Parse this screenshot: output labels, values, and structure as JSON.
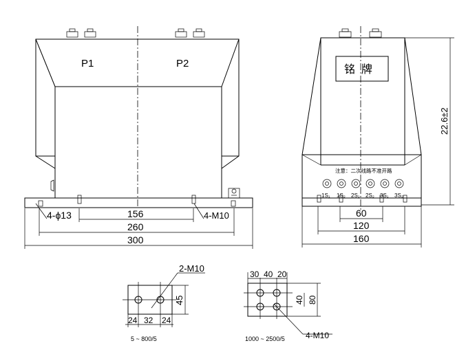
{
  "front_view": {
    "label_p1": "P1",
    "label_p2": "P2",
    "dim_hole": "4-ϕ13",
    "dim_156": "156",
    "dim_260": "260",
    "dim_300": "300",
    "dim_thread": "4-M10"
  },
  "side_view": {
    "nameplate": "铭  牌",
    "notice": "注意：二次线路不准开路",
    "terminals": [
      "1S₁",
      "1S₂",
      "2S₁",
      "2S₂",
      "3S₁",
      "3S₂"
    ],
    "dim_height": "22.6±2",
    "dim_60": "60",
    "dim_120": "120",
    "dim_160": "160"
  },
  "detail_small": {
    "label": "2-M10",
    "dim_45": "45",
    "dims_bottom": [
      "24",
      "32",
      "24"
    ],
    "caption": "5 ~ 800/5"
  },
  "detail_large": {
    "dims_top": [
      "30",
      "40",
      "20"
    ],
    "dim_40": "40",
    "dim_80": "80",
    "label": "4-M10",
    "caption": "1000 ~ 2500/5"
  }
}
